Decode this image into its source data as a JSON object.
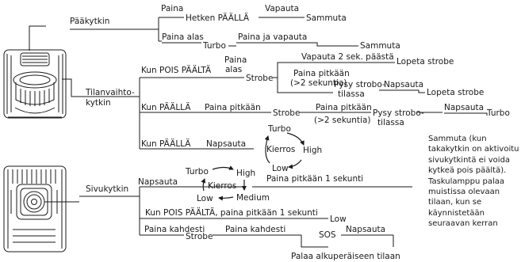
{
  "buttons": {
    "main": "Pääkytkin",
    "mode_line1": "Tilanvaihto-",
    "mode_line2": "kytkin",
    "side": "Sivukytkin"
  },
  "main_branch": {
    "press": "Paina",
    "momentary_on": "Hetken PÄÄLLÄ",
    "release": "Vapauta",
    "turn_off": "Sammuta",
    "press_down": "Paina alas",
    "turbo": "Turbo",
    "press_and_release": "Paina ja vapauta",
    "turn_off_2": "Sammuta"
  },
  "mode_branch": {
    "when_off": "Kun POIS PÄÄLTÄ",
    "press_down_1": "Paina",
    "press_down_2": "alas",
    "strobe": "Strobe",
    "release_after_2s": "Vapauta 2 sek. päästä",
    "stop_strobe": "Lopeta strobe",
    "press_long": "Paina pitkään",
    "more_than_2s": "(>2 sekuntia)",
    "stay_strobe_1": "Pysy strobo-",
    "stay_strobe_2": "tilassa",
    "click": "Napsauta",
    "stop_strobe_2": "Lopeta strobe",
    "when_on": "Kun PÄÄLLÄ",
    "press_long_2": "Paina pitkään",
    "strobe_2": "Strobe",
    "press_long_3": "Paina pitkään",
    "more_than_2s_2": "(>2 sekuntia)",
    "stay_strobe_3": "Pysy strobo-",
    "stay_strobe_4": "tilassa",
    "click_2": "Napsauta",
    "turbo": "Turbo",
    "when_on_2": "Kun PÄÄLLÄ",
    "click_3": "Napsauta",
    "cycle_turbo": "Turbo",
    "cycle_label": "Kierros",
    "cycle_high": "High",
    "cycle_low": "Low"
  },
  "side_branch": {
    "click": "Napsauta",
    "cycle_turbo": "Turbo",
    "cycle_high": "High",
    "cycle_label": "Kierros",
    "cycle_low": "Low",
    "cycle_medium": "Medium",
    "press_long_1s": "Paina pitkään 1 sekunti",
    "when_off_press_long": "Kun POIS PÄÄLTÄ, paina pitkään 1 sekunti",
    "low": "Low",
    "press_twice": "Paina kahdesti",
    "strobe": "Strobe",
    "press_twice_2": "Paina kahdesti",
    "sos": "SOS",
    "click_2": "Napsauta",
    "return_to_original": "Palaa alkuperäiseen tilaan"
  },
  "note": "Sammuta (kun takakytkin on aktivoitu sivukytkintä ei voida kytkeä pois päältä). Taskulamppu palaa muistissa olevaan tilaan, kun se käynnistetään seuraavan kerran"
}
